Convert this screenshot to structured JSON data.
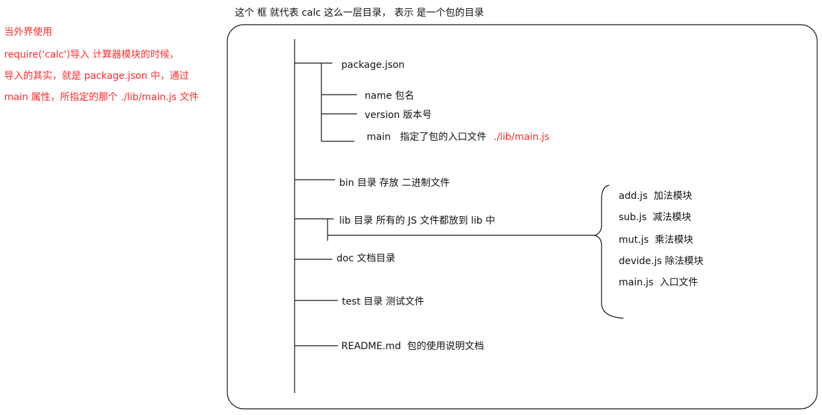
{
  "title": "这个 框 就代表 calc 这么一层目录， 表示 是一个包的目录",
  "note_lines": [
    "当外界使用",
    "require('calc')导入 计算器模块的时候，",
    "导入的其实，就是 package.json 中，通过",
    "main 属性，所指定的那个 ./lib/main.js 文件"
  ],
  "tree": {
    "package_json": "package.json",
    "name_field": "name 包名",
    "version_field": "version 版本号",
    "main_field_label": "main   指定了包的入口文件",
    "main_field_value": "./lib/main.js",
    "bin_dir": "bin 目录 存放 二进制文件",
    "lib_dir": "lib 目录 所有的 JS 文件都放到 lib 中",
    "doc_dir": "doc 文档目录",
    "test_dir": "test 目录 测试文件",
    "readme": "README.md  包的使用说明文档"
  },
  "lib_files": [
    "add.js  加法模块",
    "sub.js  减法模块",
    "mut.js  乘法模块",
    "devide.js 除法模块",
    "main.js  入口文件"
  ],
  "colors": {
    "note": "#ff2a2a",
    "line": "#111111",
    "text": "#111111"
  }
}
